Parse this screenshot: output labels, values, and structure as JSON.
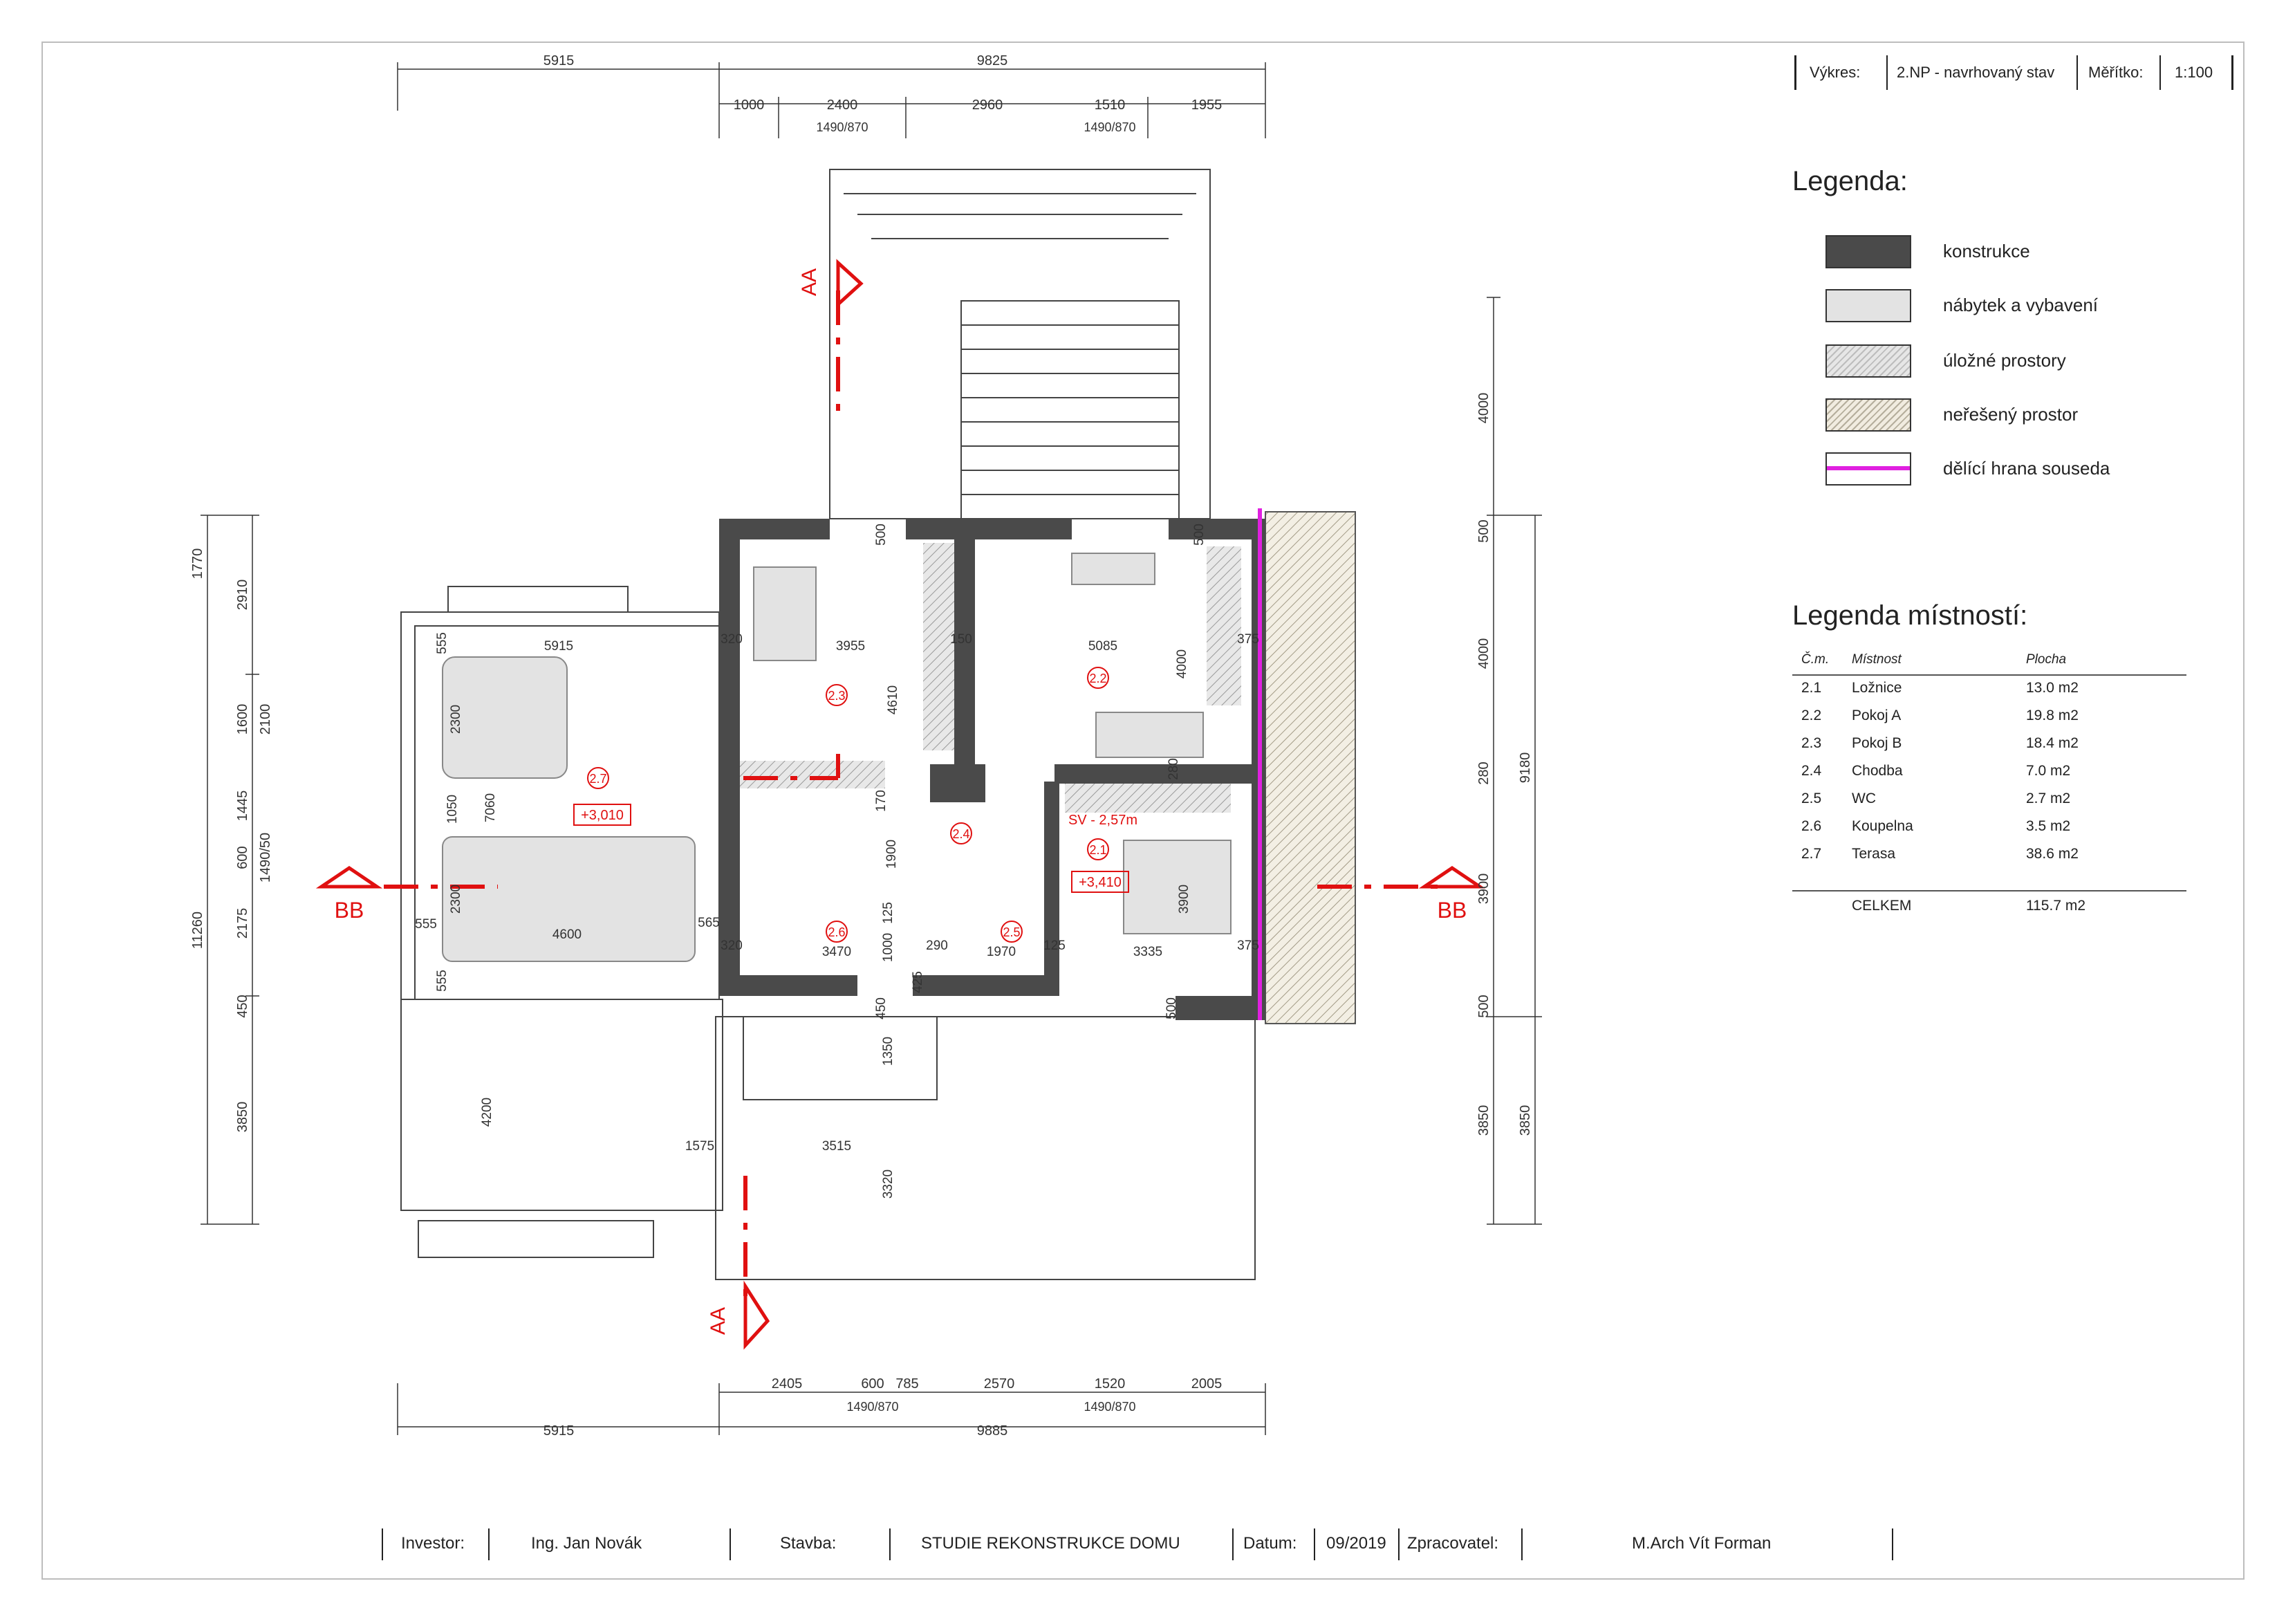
{
  "header": {
    "drawing_label": "Výkres:",
    "drawing_value": "2.NP - navrhovaný stav",
    "scale_label": "Měřítko:",
    "scale_value": "1:100"
  },
  "legend": {
    "title": "Legenda:",
    "items": [
      {
        "label": "konstrukce",
        "color": "#4a4a4a"
      },
      {
        "label": "nábytek a vybavení",
        "color": "#e3e3e3"
      },
      {
        "label": "úložné prostory",
        "color": "#d8d8d8"
      },
      {
        "label": "neřešený prostor",
        "color": "#e8e3d8"
      },
      {
        "label": "dělící hrana souseda",
        "color": "#e020e0"
      }
    ]
  },
  "rooms_legend": {
    "title": "Legenda místností:",
    "columns": [
      "Č.m.",
      "Místnost",
      "Plocha"
    ],
    "rows": [
      [
        "2.1",
        "Ložnice",
        "13.0 m2"
      ],
      [
        "2.2",
        "Pokoj A",
        "19.8 m2"
      ],
      [
        "2.3",
        "Pokoj B",
        "18.4 m2"
      ],
      [
        "2.4",
        "Chodba",
        "7.0 m2"
      ],
      [
        "2.5",
        "WC",
        "2.7 m2"
      ],
      [
        "2.6",
        "Koupelna",
        "3.5 m2"
      ],
      [
        "2.7",
        "Terasa",
        "38.6 m2"
      ]
    ],
    "total_label": "CELKEM",
    "total_value": "115.7 m2"
  },
  "footer": {
    "investor_label": "Investor:",
    "investor_value": "Ing. Jan Novák",
    "stavba_label": "Stavba:",
    "stavba_value": "STUDIE REKONSTRUKCE DOMU",
    "datum_label": "Datum:",
    "datum_value": "09/2019",
    "zpracovatel_label": "Zpracovatel:",
    "zpracovatel_value": "M.Arch Vít Forman"
  },
  "plan": {
    "top_dims_1": [
      "5915",
      "9825"
    ],
    "top_dims_2": [
      "1000",
      "2400",
      "2960",
      "1510",
      "1955"
    ],
    "top_windows": [
      "1490/870",
      "1490/870"
    ],
    "bottom_dims_1": [
      "2405",
      "600",
      "785",
      "2570",
      "1520",
      "2005"
    ],
    "bottom_windows": [
      "1490/870",
      "1490/870"
    ],
    "bottom_dims_2": [
      "5915",
      "9885"
    ],
    "left_outer": [
      "1770",
      "11260"
    ],
    "left_inner": [
      "2910",
      "1600",
      "1445",
      "600",
      "2175",
      "450",
      "3850"
    ],
    "left_inner2": [
      "2100",
      "1490/50"
    ],
    "right_inner": [
      "4000",
      "500",
      "4000",
      "280",
      "3900",
      "500",
      "3850"
    ],
    "right_outer": [
      "9180",
      "3850"
    ],
    "room_numbers": [
      "2.7",
      "2.3",
      "2.2",
      "2.4",
      "2.1",
      "2.6",
      "2.5"
    ],
    "levels": [
      "+3,010",
      "+3,410"
    ],
    "sv_label": "SV - 2,57m",
    "section_aa": "AA",
    "section_bb": "BB",
    "interior_dims": [
      "5915",
      "555",
      "2300",
      "7060",
      "1050",
      "2300",
      "555",
      "4600",
      "565",
      "555",
      "320",
      "3955",
      "150",
      "5085",
      "375",
      "4610",
      "4000",
      "170",
      "280",
      "1900",
      "3900",
      "320",
      "3470",
      "1000",
      "290",
      "1970",
      "125",
      "3335",
      "375",
      "425",
      "450",
      "500",
      "500",
      "500",
      "1350",
      "4200",
      "1575",
      "3515",
      "3320",
      "125"
    ]
  }
}
